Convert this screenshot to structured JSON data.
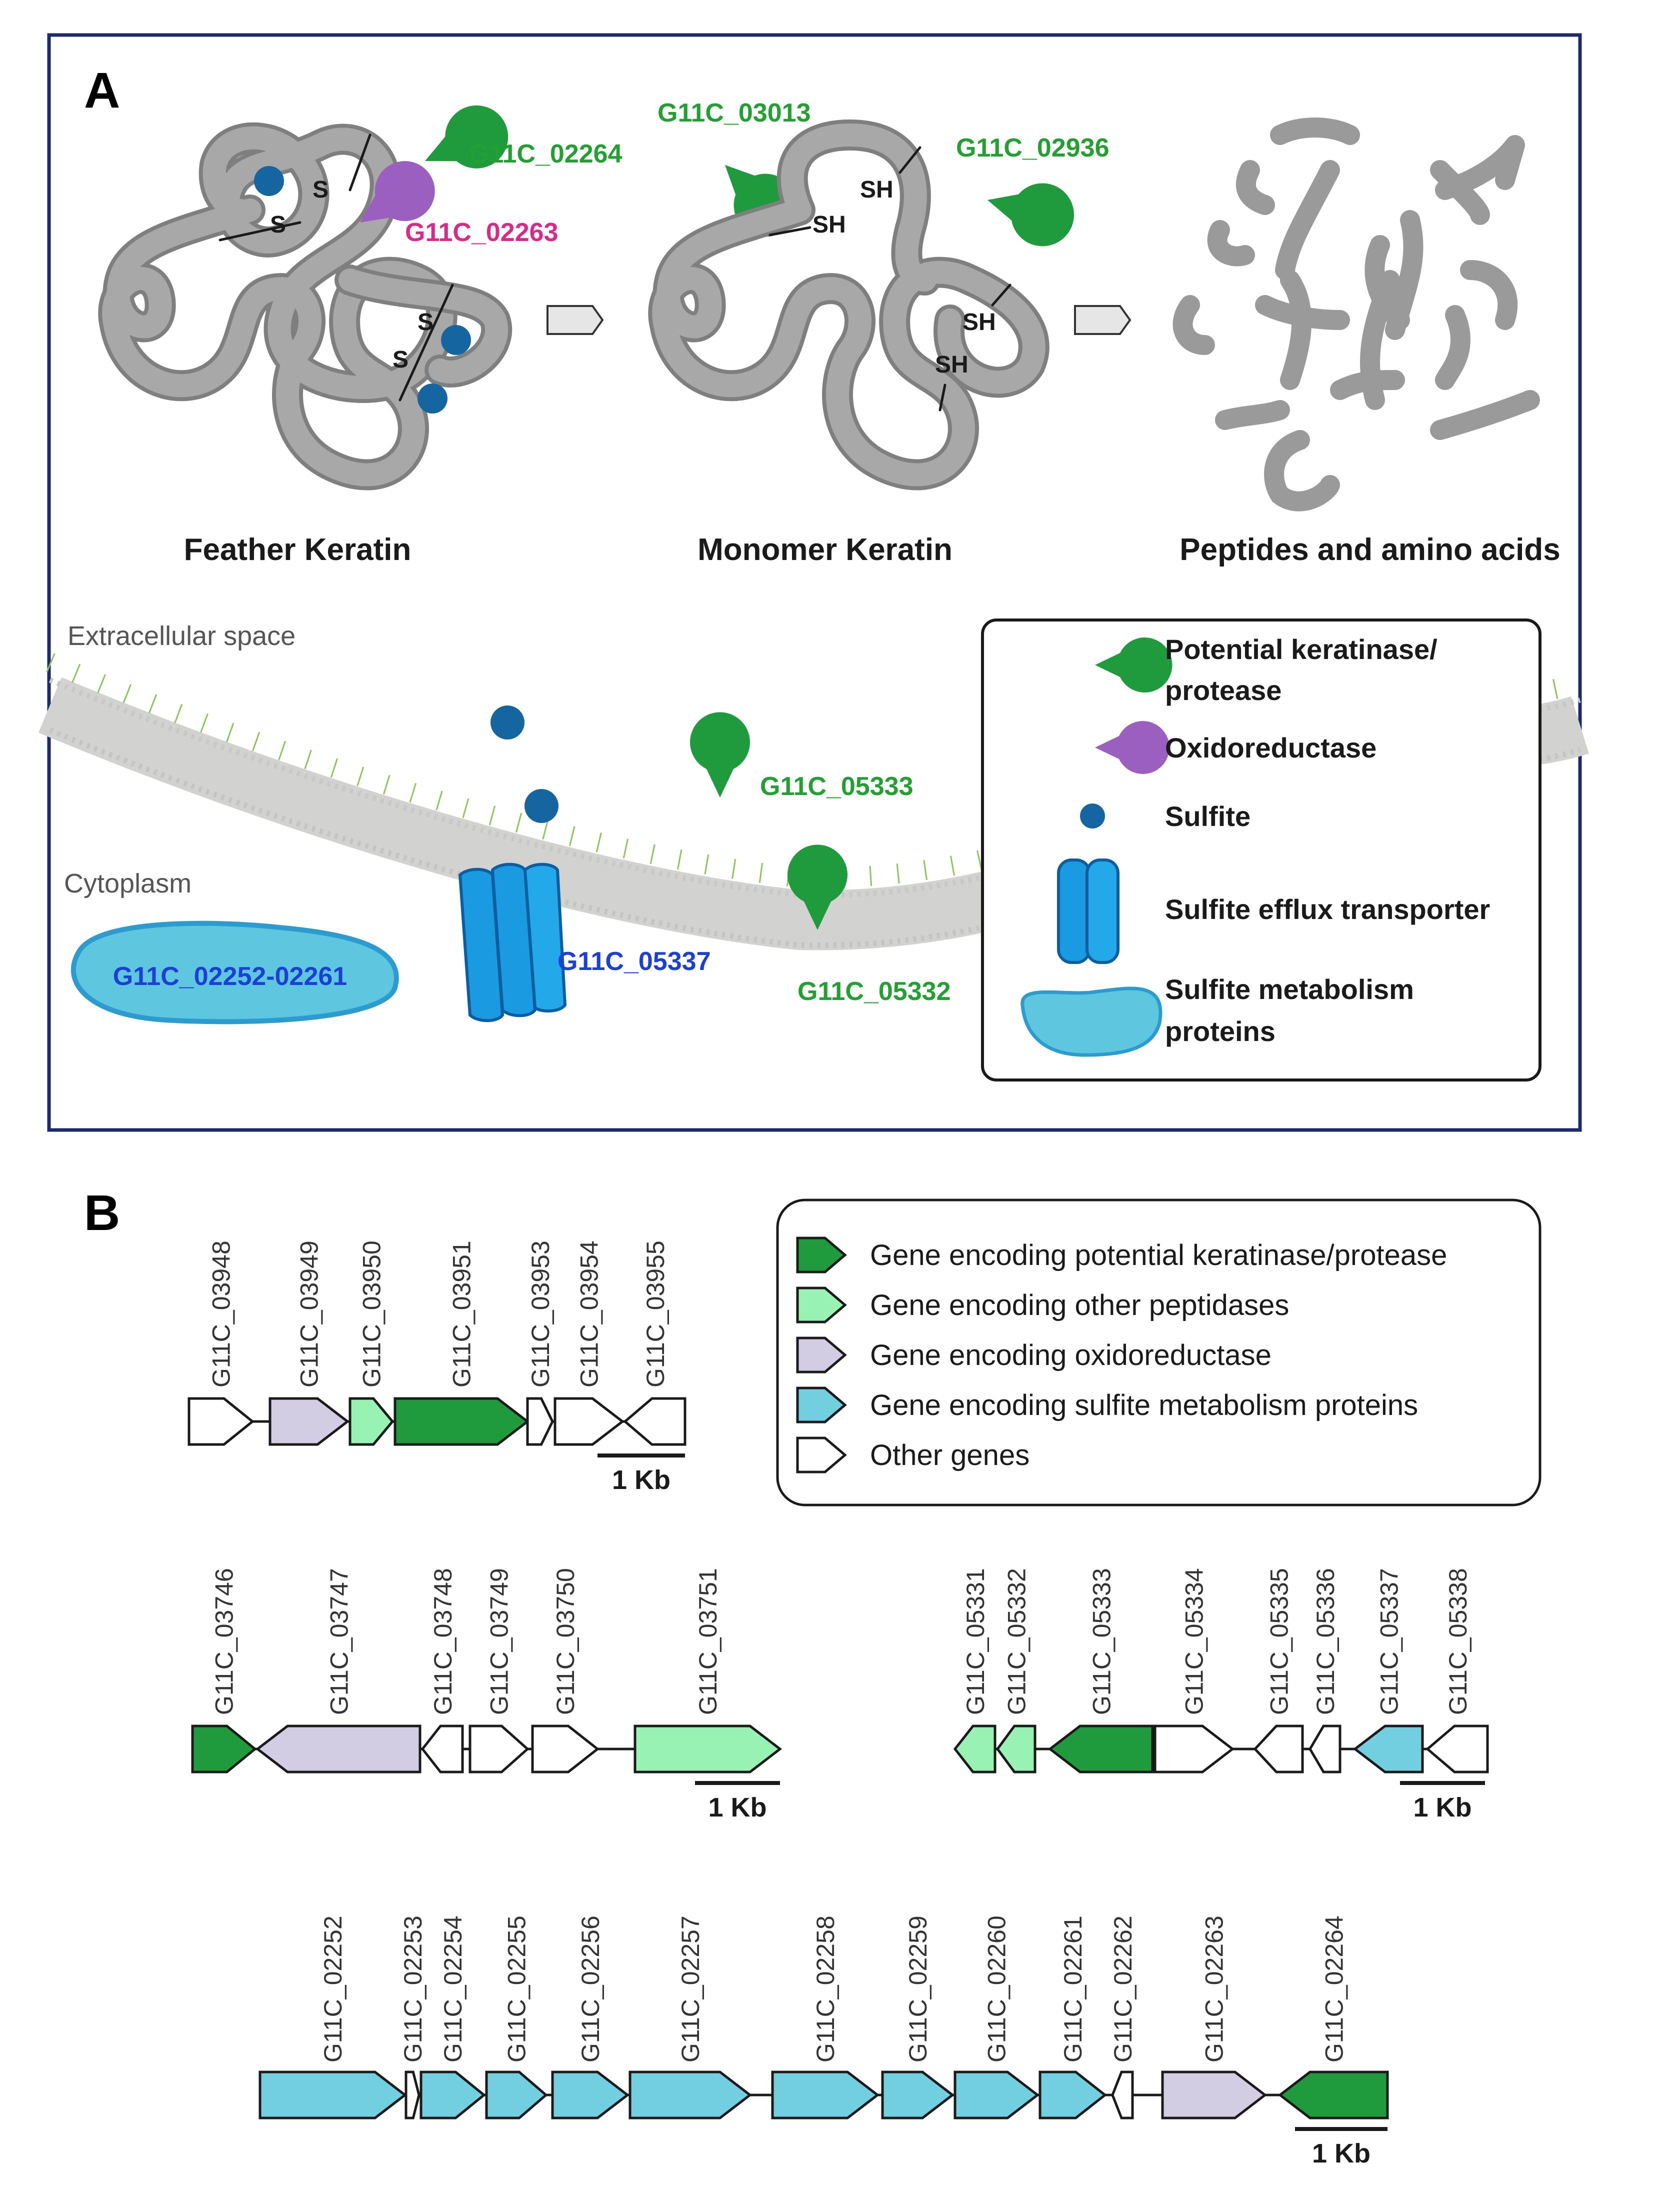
{
  "panel_a": {
    "label": "A",
    "stages": {
      "feather": "Feather Keratin",
      "monomer": "Monomer Keratin",
      "peptides": "Peptides and amino acids"
    },
    "disulfide_atoms": [
      "S",
      "S",
      "S",
      "S"
    ],
    "thiol_labels": [
      "SH",
      "SH",
      "SH",
      "SH"
    ],
    "enzymes": {
      "g02264": "G11C_02264",
      "g02263": "G11C_02263",
      "g03013": "G11C_03013",
      "g02936": "G11C_02936",
      "g05333": "G11C_05333",
      "g05332": "G11C_05332",
      "g05337": "G11C_05337",
      "g02252_02261": "G11C_02252-02261"
    },
    "compartments": {
      "extracellular": "Extracellular space",
      "cytoplasm": "Cytoplasm"
    },
    "legend": {
      "keratinase_1": "Potential keratinase/",
      "keratinase_2": "protease",
      "oxidoreductase": "Oxidoreductase",
      "sulfite": "Sulfite",
      "transporter": "Sulfite efflux transporter",
      "metabolism_1": "Sulfite metabolism",
      "metabolism_2": "proteins"
    }
  },
  "panel_b": {
    "label": "B",
    "scale_label": "1 Kb",
    "legend": [
      {
        "category": "keratinase",
        "label": "Gene encoding potential keratinase/protease"
      },
      {
        "category": "peptidase",
        "label": "Gene encoding other peptidases"
      },
      {
        "category": "oxidoreductase",
        "label": "Gene encoding oxidoreductase"
      },
      {
        "category": "sulfite",
        "label": "Gene encoding sulfite metabolism proteins"
      },
      {
        "category": "other",
        "label": "Other genes"
      }
    ],
    "clusters": [
      {
        "genes": [
          {
            "id": "G11C_03948",
            "category": "other",
            "strand": "+"
          },
          {
            "id": "G11C_03949",
            "category": "oxidoreductase",
            "strand": "+"
          },
          {
            "id": "G11C_03950",
            "category": "peptidase",
            "strand": "+"
          },
          {
            "id": "G11C_03951",
            "category": "keratinase",
            "strand": "+"
          },
          {
            "id": "G11C_03953",
            "category": "other",
            "strand": "+"
          },
          {
            "id": "G11C_03954",
            "category": "other",
            "strand": "+"
          },
          {
            "id": "G11C_03955",
            "category": "other",
            "strand": "-"
          }
        ]
      },
      {
        "genes": [
          {
            "id": "G11C_03746",
            "category": "keratinase",
            "strand": "+"
          },
          {
            "id": "G11C_03747",
            "category": "oxidoreductase",
            "strand": "-"
          },
          {
            "id": "G11C_03748",
            "category": "other",
            "strand": "-"
          },
          {
            "id": "G11C_03749",
            "category": "other",
            "strand": "+"
          },
          {
            "id": "G11C_03750",
            "category": "other",
            "strand": "+"
          },
          {
            "id": "G11C_03751",
            "category": "peptidase",
            "strand": "+"
          }
        ]
      },
      {
        "genes": [
          {
            "id": "G11C_05331",
            "category": "peptidase",
            "strand": "-"
          },
          {
            "id": "G11C_05332",
            "category": "peptidase",
            "strand": "-"
          },
          {
            "id": "G11C_05333",
            "category": "keratinase",
            "strand": "-"
          },
          {
            "id": "G11C_05334",
            "category": "other",
            "strand": "+"
          },
          {
            "id": "G11C_05335",
            "category": "other",
            "strand": "-"
          },
          {
            "id": "G11C_05336",
            "category": "other",
            "strand": "-"
          },
          {
            "id": "G11C_05337",
            "category": "sulfite",
            "strand": "-"
          },
          {
            "id": "G11C_05338",
            "category": "other",
            "strand": "-"
          }
        ]
      },
      {
        "genes": [
          {
            "id": "G11C_02252",
            "category": "sulfite",
            "strand": "+"
          },
          {
            "id": "G11C_02253",
            "category": "other",
            "strand": "+"
          },
          {
            "id": "G11C_02254",
            "category": "sulfite",
            "strand": "+"
          },
          {
            "id": "G11C_02255",
            "category": "sulfite",
            "strand": "+"
          },
          {
            "id": "G11C_02256",
            "category": "sulfite",
            "strand": "+"
          },
          {
            "id": "G11C_02257",
            "category": "sulfite",
            "strand": "+"
          },
          {
            "id": "G11C_02258",
            "category": "sulfite",
            "strand": "+"
          },
          {
            "id": "G11C_02259",
            "category": "sulfite",
            "strand": "+"
          },
          {
            "id": "G11C_02260",
            "category": "sulfite",
            "strand": "+"
          },
          {
            "id": "G11C_02261",
            "category": "sulfite",
            "strand": "+"
          },
          {
            "id": "G11C_02262",
            "category": "other",
            "strand": "-"
          },
          {
            "id": "G11C_02263",
            "category": "oxidoreductase",
            "strand": "+"
          },
          {
            "id": "G11C_02264",
            "category": "keratinase",
            "strand": "-"
          }
        ]
      }
    ]
  },
  "colors": {
    "keratinase": "#1f9a3c",
    "peptidase": "#98f2b4",
    "oxidoreductase": "#d2cde2",
    "sulfite": "#72cfe0",
    "other": "#ffffff",
    "frame": "#1d2a6e",
    "green_label": "#22a032",
    "magenta_label": "#d9298a",
    "blue_label": "#1c3fd6",
    "sulfite_dot": "#1565a0",
    "transporter": "#1a9ae0",
    "keratin": "#9c9c9c"
  }
}
